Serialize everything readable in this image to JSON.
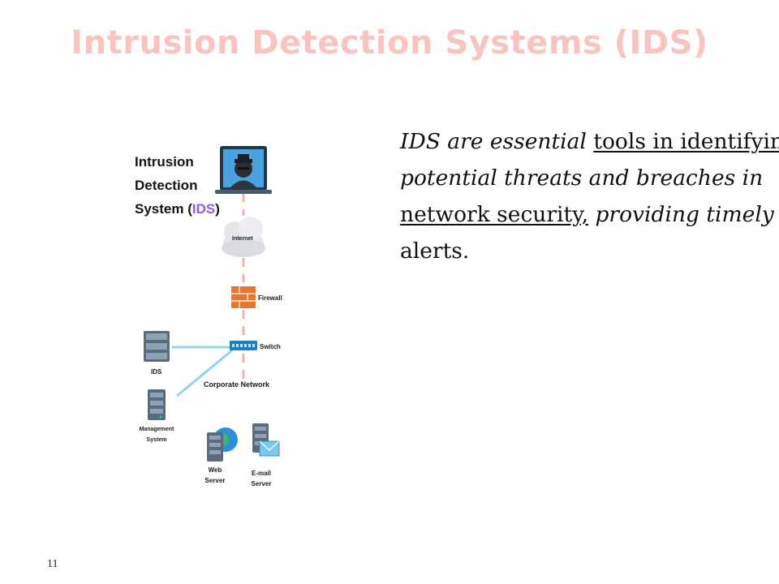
{
  "slide": {
    "title": "Intrusion Detection Systems (IDS)",
    "page_number": "11"
  },
  "diagram": {
    "title_line1": "Intrusion",
    "title_line2": "Detection",
    "title_line3_prefix": "System (",
    "title_line3_accent": "IDS",
    "title_line3_suffix": ")",
    "labels": {
      "internet": "Internet",
      "firewall": "Firewall",
      "switch": "Switch",
      "ids": "IDS",
      "corporate_network": "Corporate Network",
      "management_line1": "Management",
      "management_line2": "System",
      "web_line1": "Web",
      "web_line2": "Server",
      "email_line1": "E-mail",
      "email_line2": "Server"
    },
    "colors": {
      "accent": "#8b5cf6",
      "laptop_screen": "#4aa3df",
      "firewall": "#e8762e",
      "link_line": "#8fd3f4",
      "dashed_line": "#f5a3a3",
      "server_body": "#5a6b7d"
    }
  },
  "body": {
    "seg1": "IDS are essential ",
    "seg2": "tools in identifying",
    "seg3": "potential threats and breaches in",
    "seg4": "network security,",
    "seg5": " providing timely",
    "seg6": "alerts."
  }
}
